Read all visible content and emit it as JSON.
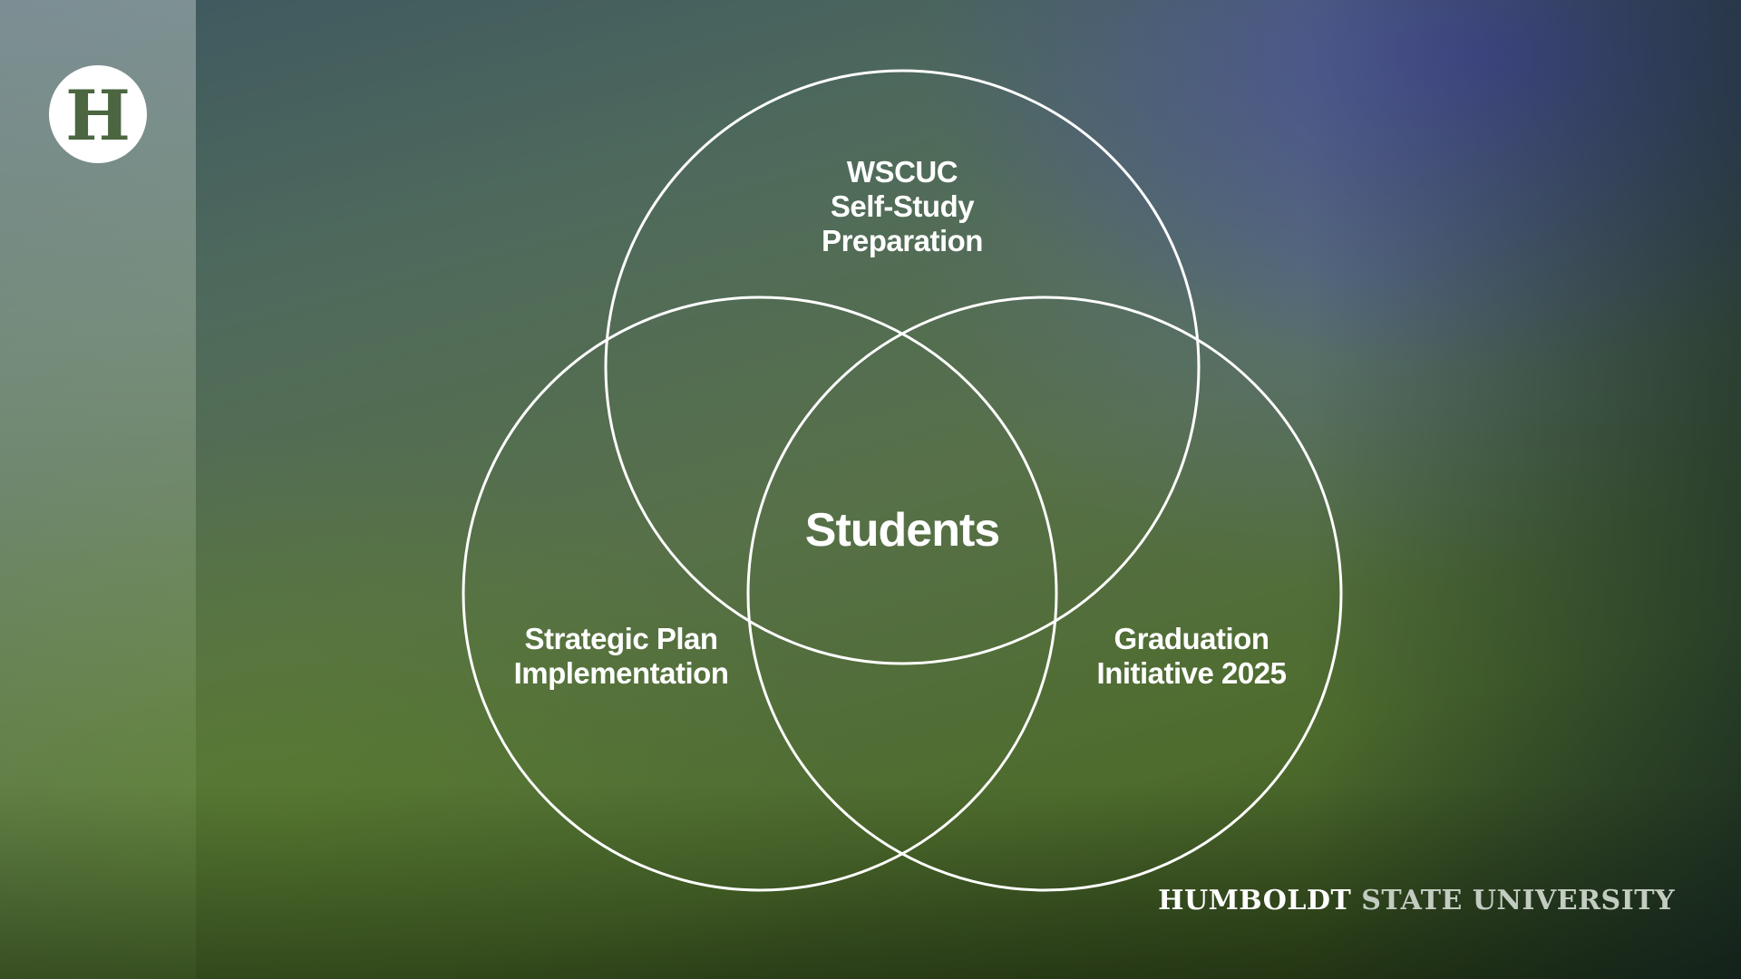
{
  "slide": {
    "logo": {
      "letter": "H",
      "icon": "university-seal-icon"
    },
    "diagram": {
      "top_circle": [
        "WSCUC",
        "Self-Study",
        "Preparation"
      ],
      "left_circle": [
        "Strategic Plan",
        "Implementation"
      ],
      "right_circle": [
        "Graduation",
        "Initiative 2025"
      ],
      "center": "Students",
      "stroke_color": "#ffffff"
    },
    "footer": {
      "brand_primary": "HUMBOLDT",
      "brand_secondary": "STATE UNIVERSITY"
    }
  }
}
